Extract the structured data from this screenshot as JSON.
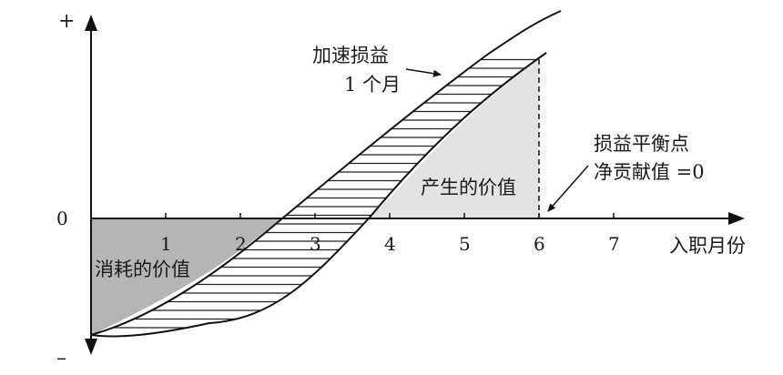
{
  "chart_data": {
    "type": "area",
    "x_ticks": [
      1,
      2,
      3,
      4,
      5,
      6,
      7
    ],
    "x_label": "入职月份",
    "y_top_label": "+",
    "y_bottom_label": "–",
    "origin_label": "0",
    "annotations": {
      "accelerated_loss": [
        "加速损益",
        "1 个月"
      ],
      "breakeven": [
        "损益平衡点",
        "净贡献值 =0"
      ],
      "value_consumed": "消耗的价值",
      "value_created": "产生的价值"
    },
    "breakeven_month": 6,
    "series": [
      {
        "values": [
          [
            0,
            -1.55
          ],
          [
            1,
            -1.4
          ],
          [
            2,
            -0.85
          ],
          [
            2.6,
            -0.25
          ],
          [
            3,
            0.25
          ],
          [
            4,
            1.05
          ],
          [
            5,
            1.85
          ],
          [
            6,
            2.3
          ]
        ]
      },
      {
        "values": [
          [
            0,
            -1.55
          ],
          [
            1,
            -1.55
          ],
          [
            2,
            -1.25
          ],
          [
            3,
            -0.45
          ],
          [
            3.6,
            0
          ],
          [
            4,
            0.45
          ],
          [
            5,
            1.3
          ],
          [
            6,
            2.15
          ]
        ]
      }
    ],
    "colors": {
      "consumed_fill": "#b5b5b5",
      "created_fill": "#e3e3e3",
      "axis": "#111111"
    }
  }
}
